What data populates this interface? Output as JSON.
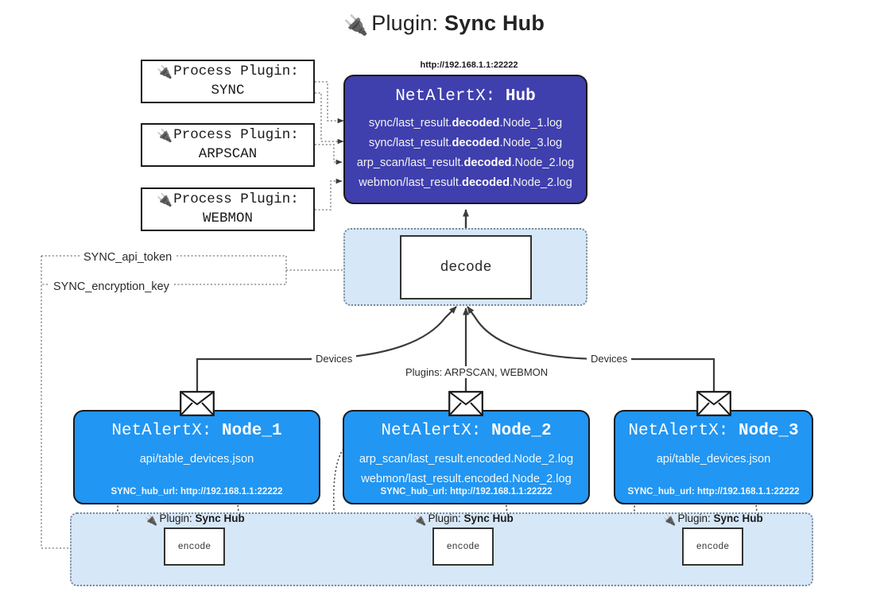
{
  "title": {
    "icon": "plug-icon",
    "prefix": "Plugin:",
    "name": "Sync Hub"
  },
  "process_plugins": [
    {
      "icon": "plug-icon",
      "label": "Process Plugin:",
      "name": "SYNC"
    },
    {
      "icon": "plug-icon",
      "label": "Process Plugin:",
      "name": "ARPSCAN"
    },
    {
      "icon": "plug-icon",
      "label": "Process Plugin:",
      "name": "WEBMON"
    }
  ],
  "hub": {
    "url": "http://192.168.1.1:22222",
    "title_prefix": "NetAlertX:",
    "title_name": "Hub",
    "logs": [
      {
        "pre": "sync/last_result.",
        "em": "decoded",
        "post": ".Node_1.log"
      },
      {
        "pre": "sync/last_result.",
        "em": "decoded",
        "post": ".Node_3.log"
      },
      {
        "pre": "arp_scan/last_result.",
        "em": "decoded",
        "post": ".Node_2.log"
      },
      {
        "pre": "webmon/last_result.",
        "em": "decoded",
        "post": ".Node_2.log"
      }
    ]
  },
  "decode": {
    "label": "decode"
  },
  "tokens": {
    "api_token": "SYNC_api_token",
    "encryption_key": "SYNC_encryption_key"
  },
  "edge_labels": {
    "devices_left": "Devices",
    "devices_right": "Devices",
    "plugins_center": "Plugins: ARPSCAN, WEBMON"
  },
  "nodes": [
    {
      "title_prefix": "NetAlertX:",
      "title_name": "Node_1",
      "lines": [
        "api/table_devices.json"
      ],
      "url_label": "SYNC_hub_url: http://192.168.1.1:22222",
      "icon": "envelope-icon"
    },
    {
      "title_prefix": "NetAlertX:",
      "title_name": "Node_2",
      "lines": [
        "arp_scan/last_result.encoded.Node_2.log",
        "webmon/last_result.encoded.Node_2.log"
      ],
      "url_label": "SYNC_hub_url: http://192.168.1.1:22222",
      "icon": "envelope-icon"
    },
    {
      "title_prefix": "NetAlertX:",
      "title_name": "Node_3",
      "lines": [
        "api/table_devices.json"
      ],
      "url_label": "SYNC_hub_url: http://192.168.1.1:22222",
      "icon": "envelope-icon"
    }
  ],
  "encoders": [
    {
      "plugin_prefix": "Plugin:",
      "plugin_name": "Sync Hub",
      "label": "encode",
      "icon": "plug-icon"
    },
    {
      "plugin_prefix": "Plugin:",
      "plugin_name": "Sync Hub",
      "label": "encode",
      "icon": "plug-icon"
    },
    {
      "plugin_prefix": "Plugin:",
      "plugin_name": "Sync Hub",
      "label": "encode",
      "icon": "plug-icon"
    }
  ],
  "colors": {
    "hub_fill": "#3f3fae",
    "node_fill": "#2196f3",
    "container_fill": "#d6e7f8",
    "stroke": "#1a1a1a",
    "dotted_stroke": "#7d8996",
    "page_bg": "#ffffff"
  }
}
